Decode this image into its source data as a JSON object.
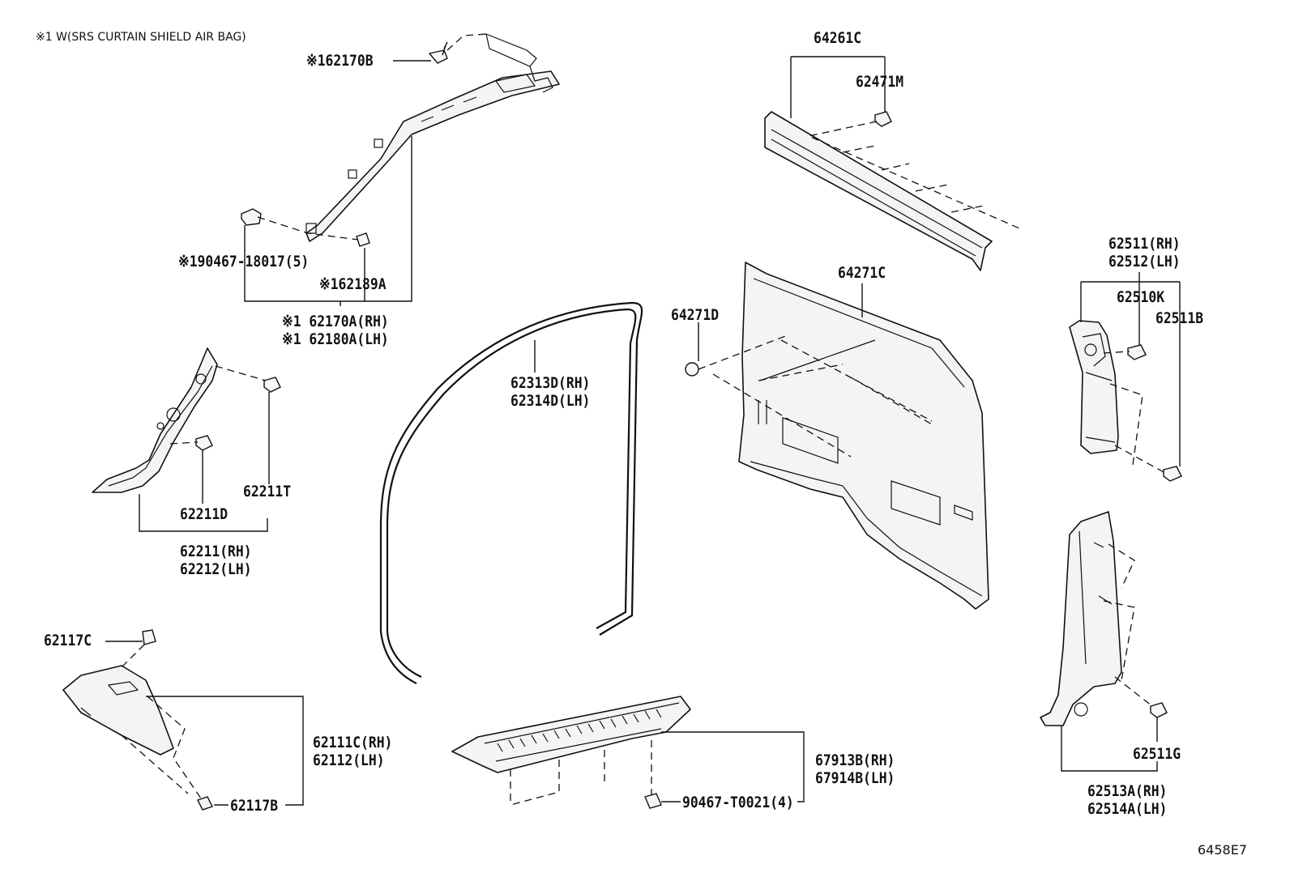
{
  "note": "※1 W(SRS CURTAIN SHIELD AIR BAG)",
  "figure_code": "6458E7",
  "parts": {
    "p62170B": "※162170B",
    "p90467_18017": "※190467-18017(5)",
    "p62189A": "※162189A",
    "p62170A": "※1 62170A(RH)",
    "p62180A": "※1 62180A(LH)",
    "p62211T": "62211T",
    "p62211D": "62211D",
    "p62211": "62211(RH)",
    "p62212": "62212(LH)",
    "p62313D": "62313D(RH)",
    "p62314D": "62314D(LH)",
    "p64261C": "64261C",
    "p62471M": "62471M",
    "p64271C": "64271C",
    "p64271D": "64271D",
    "p62511": "62511(RH)",
    "p62512": "62512(LH)",
    "p62510K": "62510K",
    "p62511B": "62511B",
    "p62117C": "62117C",
    "p62111C": "62111C(RH)",
    "p62112": "62112(LH)",
    "p62117B": "62117B",
    "p67913B": "67913B(RH)",
    "p67914B": "67914B(LH)",
    "p90467_T0021": "90467-T0021(4)",
    "p62511G": "62511G",
    "p62513A": "62513A(RH)",
    "p62514A": "62514A(LH)"
  }
}
